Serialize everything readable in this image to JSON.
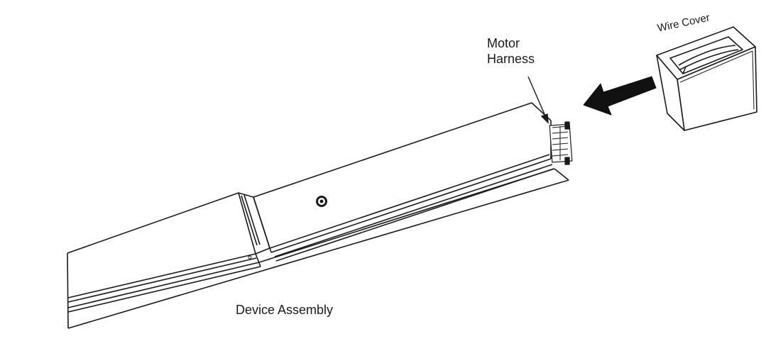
{
  "labels": {
    "motor_harness_line1": "Motor",
    "motor_harness_line2": "Harness",
    "device_assembly": "Device Assembly",
    "wire_cover": "Wire Cover"
  },
  "colors": {
    "line": "#1a1a1a",
    "background": "#ffffff",
    "arrow": "#111111"
  },
  "icons": {
    "insert_arrow": "arrow-left-icon",
    "connector": "motor-harness-connector-icon",
    "screw": "screw-icon"
  }
}
